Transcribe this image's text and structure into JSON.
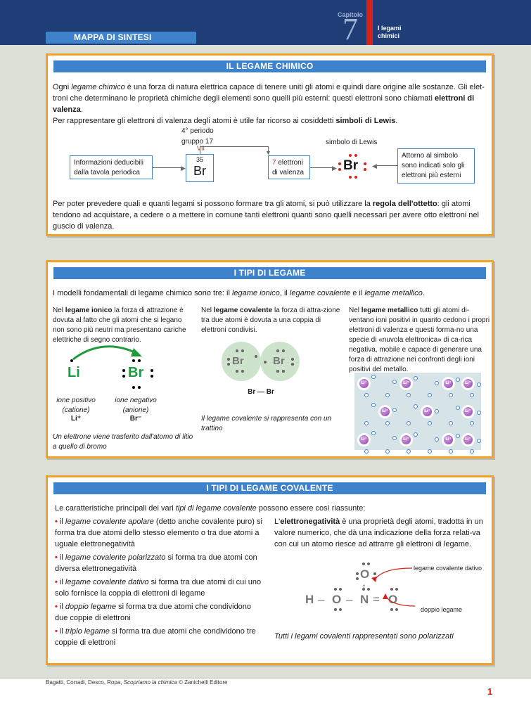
{
  "header": {
    "chapter_label": "Capitolo",
    "chapter_number": "7",
    "chapter_title": "I legami\nchimici",
    "summary_label": "MAPPA DI SINTESI"
  },
  "panel1": {
    "title": "IL LEGAME CHIMICO",
    "p1_a": "Ogni ",
    "p1_b": "legame chimico",
    "p1_c": " è una forza di natura elettrica capace di tenere uniti gli atomi e quindi dare origine alle sostanze. Gli elet-troni che determinano le proprietà chimiche degli elementi sono quelli più esterni: questi elettroni sono chiamati ",
    "p1_d": "elettroni di valenza",
    "p1_e": ".",
    "p2_a": "Per rappresentare gli elettroni di valenza degli atomi è utile far ricorso ai cosiddetti ",
    "p2_b": "simboli di Lewis",
    "p2_c": ".",
    "period_label": "4°  periodo",
    "group_label": "gruppo  17",
    "group_roman": "VII",
    "info_box": "Informazioni deducibili dalla tavola periodica",
    "atomic_number": "35",
    "element": "Br",
    "valence_number": "7",
    "valence_text": " elettroni di valenza",
    "lewis_label": "simbolo di Lewis",
    "lewis_symbol": "Br",
    "lewis_note": "Attorno al simbolo sono indicati solo gli elettroni più esterni",
    "p3_a": "Per poter prevedere quali e quanti legami si possono formare tra gli atomi, si può utilizzare la ",
    "p3_b": "regola dell'ottetto",
    "p3_c": ": gli atomi tendono ad acquistare, a cedere o a mettere in comune tanti elettroni quanti sono quelli necessari per avere otto elettroni nel guscio di valenza."
  },
  "panel2": {
    "title": "I TIPI DI LEGAME",
    "intro_a": "I modelli fondamentali di legame chimico sono tre: il ",
    "intro_b": "legame ionico",
    "intro_c": ", il ",
    "intro_d": "legame covalente",
    "intro_e": " e il ",
    "intro_f": "legame metallico",
    "intro_g": ".",
    "ionic_a": "Nel ",
    "ionic_b": "legame ionico",
    "ionic_c": " la forza di attrazione è dovuta al fatto che gli atomi che si legano non sono più neutri ma presentano cariche elettriche di segno contrario.",
    "li": "Li",
    "br": "Br",
    "cation_label": "ione positivo (catione)",
    "cation_symbol": "Li⁺",
    "anion_label": "ione negativo (anione)",
    "anion_symbol": "Br⁻",
    "ionic_caption": "Un elettrone viene trasferito dall'atomo di litio a quello di bromo",
    "cov_a": "Nel ",
    "cov_b": "legame covalente",
    "cov_c": " la forza di attra-zione tra due atomi è dovuta a una coppia di elettroni condivisi.",
    "cov_br1": "Br",
    "cov_br2": "Br",
    "cov_formula": "Br — Br",
    "cov_caption": "Il legame covalente si  rappresenta con un trattino",
    "met_a": "Nel ",
    "met_b": "legame metallico",
    "met_c": " tutti gli atomi di-ventano ioni positivi in quanto cedono i propri elettroni di valenza  e questi forma-no una specie di «nuvola elettronica» di ca-rica negativa, mobile e capace di generare una forza di attrazione nei confronti degli ioni positivi del metallo.",
    "ion_label": "Li⁺"
  },
  "panel3": {
    "title": "I TIPI DI LEGAME COVALENTE",
    "intro_a": "Le caratteristiche principali dei vari ",
    "intro_b": "tipi di legame covalente",
    "intro_c": " possono essere così riassunte:",
    "bullet": "•",
    "b1_a": "il ",
    "b1_b": "legame covalente apolare",
    "b1_c": " (detto anche covalente puro) si forma tra due atomi dello stesso elemento o tra due atomi a uguale elettronegatività",
    "b2_a": "il ",
    "b2_b": "legame covalente polarizzato",
    "b2_c": " si forma tra due atomi con diversa elettronegatività",
    "b3_a": "il ",
    "b3_b": "legame covalente dativo",
    "b3_c": " si forma tra due atomi di cui uno solo fornisce la coppia di elettroni di legame",
    "b4_a": "il ",
    "b4_b": "doppio legame",
    "b4_c": " si forma tra due atomi che condividono due coppie di elettroni",
    "b5_a": "il ",
    "b5_b": "triplo legame",
    "b5_c": " si forma tra due atomi che condividono tre coppie di elettroni",
    "en_a": "L'",
    "en_b": "elettronegatività",
    "en_c": " è una proprietà degli atomi, tradotta in un valore numerico, che dà una indicazione  della forza relati-va con cui un atomo riesce ad attrarre gli elettroni di legame.",
    "mol_h": "H",
    "mol_o1": "O",
    "mol_n": "N",
    "mol_o2": "O",
    "mol_otop": "O",
    "mol_dash": "–",
    "mol_double": "=",
    "dative_label": "legame covalente dativo",
    "double_label": "doppio legame",
    "caption": "Tutti i legami covalenti rappresentati sono polarizzati"
  },
  "footer": {
    "credit_a": "Bagatti, Corradi, Desco, Ropa, ",
    "credit_b": "Scopriamo la chimica",
    "credit_c": " © Zanichelli Editore",
    "page_number": "1"
  },
  "colors": {
    "blue": "#3f82cc",
    "navy": "#1f3e77",
    "orange": "#f3a129",
    "red": "#d8211c",
    "green": "#1f9a3d"
  }
}
